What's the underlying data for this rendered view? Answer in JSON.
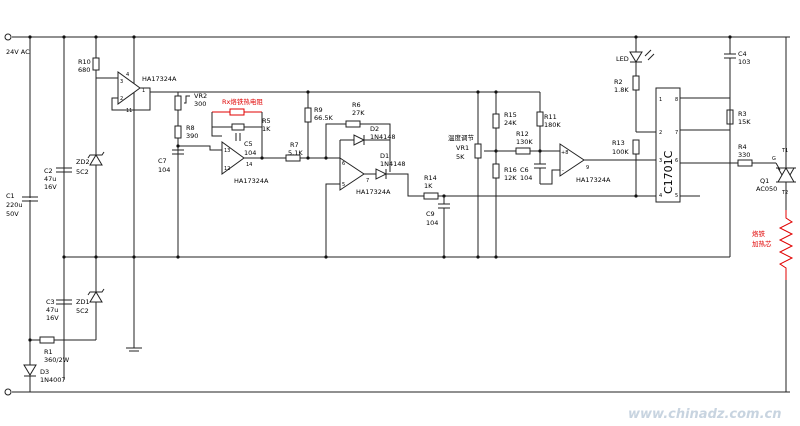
{
  "input_label": "24V AC",
  "watermark": "www.chinadz.com.cn",
  "components": {
    "C1": [
      "C1",
      "220u",
      "50V"
    ],
    "C2": [
      "C2",
      "47u",
      "16V"
    ],
    "C3": [
      "C3",
      "47u",
      "16V"
    ],
    "ZD2": [
      "ZD2",
      "5C2"
    ],
    "ZD1": [
      "ZD1",
      "5C2"
    ],
    "R1": [
      "R1",
      "360/2W"
    ],
    "D3": [
      "D3",
      "1N4007"
    ],
    "R10": [
      "R10",
      "680"
    ],
    "U1": "HA17324A",
    "VR2": [
      "VR2",
      "300"
    ],
    "R8": [
      "R8",
      "390"
    ],
    "C7": [
      "C7",
      "104"
    ],
    "RT": "Rx烙铁热电阻",
    "R5": [
      "R5",
      "1K"
    ],
    "C5": [
      "C5",
      "104"
    ],
    "U2": "HA17324A",
    "R7": [
      "R7",
      "5.1K"
    ],
    "R9": [
      "R9",
      "66.5K"
    ],
    "R6": [
      "R6",
      "27K"
    ],
    "D2": [
      "D2",
      "1N4148"
    ],
    "D1": [
      "D1",
      "1N4148"
    ],
    "U3": "HA17324A",
    "R14": [
      "R14",
      "1K"
    ],
    "C9": [
      "C9",
      "104"
    ],
    "VR1": [
      "温度调节",
      "VR1",
      "5K"
    ],
    "R15": [
      "R15",
      "24K"
    ],
    "R16": [
      "R16",
      "12K"
    ],
    "R11": [
      "R11",
      "180K"
    ],
    "R12": [
      "R12",
      "130K"
    ],
    "C6": [
      "C6",
      "104"
    ],
    "U4": "HA17324A",
    "R13": [
      "R13",
      "100K"
    ],
    "LED": "LED",
    "R2": [
      "R2",
      "1.8K"
    ],
    "IC": "C1701C",
    "C4": [
      "C4",
      "103"
    ],
    "R3": [
      "R3",
      "15K"
    ],
    "R4": [
      "R4",
      "330"
    ],
    "Q1": [
      "Q1",
      "AC050"
    ],
    "heater": [
      "烙铁",
      "加热芯"
    ]
  },
  "pins": {
    "u1": [
      "4",
      "3",
      "2",
      "1",
      "11"
    ],
    "u2": [
      "13",
      "12",
      "14"
    ],
    "u3": [
      "6",
      "5",
      "7"
    ],
    "u4": [
      "+8",
      "9",
      "-"
    ],
    "ic": [
      "1",
      "2",
      "3",
      "4",
      "8",
      "7",
      "6",
      "5"
    ],
    "q1": [
      "T1",
      "G",
      "T2"
    ]
  }
}
